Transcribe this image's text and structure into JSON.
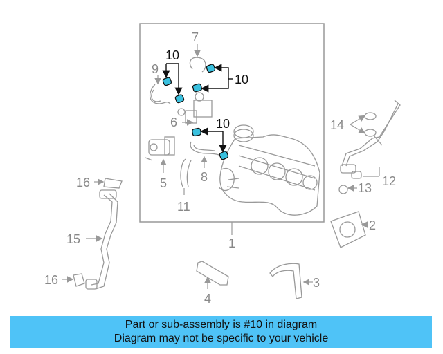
{
  "diagram": {
    "callouts": {
      "c1": "1",
      "c2": "2",
      "c3": "3",
      "c4": "4",
      "c5": "5",
      "c6": "6",
      "c7": "7",
      "c8": "8",
      "c9": "9",
      "c10a": "10",
      "c10b": "10",
      "c10c": "10",
      "c11": "11",
      "c12": "12",
      "c13": "13",
      "c14": "14",
      "c15": "15",
      "c16a": "16",
      "c16b": "16"
    },
    "highlight_color": "#39c0de"
  },
  "banner": {
    "line1": "Part or sub-assembly is #10 in diagram",
    "line2": "Diagram may not be specific to your vehicle",
    "background": "#4fc3f7"
  }
}
